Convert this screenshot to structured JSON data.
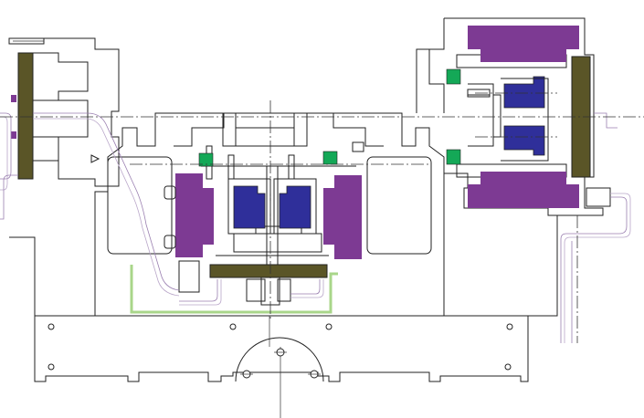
{
  "diagram": {
    "palette": {
      "outline": "#222222",
      "olive": "#5a5527",
      "purple": "#7d3a93",
      "blue": "#2f2f9a",
      "green": "#14a857",
      "light_green": "#a9d68a",
      "pipe_lilac": "#9a7fb0"
    },
    "components": [
      {
        "id": "left-end-plate",
        "color": "olive"
      },
      {
        "id": "right-end-plate",
        "color": "olive"
      },
      {
        "id": "bottom-center-bar",
        "color": "olive"
      },
      {
        "id": "left-purple-block",
        "color": "purple"
      },
      {
        "id": "center-left-purple-block",
        "color": "purple"
      },
      {
        "id": "center-right-purple-block",
        "color": "purple"
      },
      {
        "id": "right-purple-block",
        "color": "purple"
      },
      {
        "id": "top-right-purple-bars",
        "color": "purple"
      },
      {
        "id": "bottom-right-purple-bars",
        "color": "purple"
      },
      {
        "id": "center-blue-pads",
        "color": "blue"
      },
      {
        "id": "right-blue-pads",
        "color": "blue"
      },
      {
        "id": "green-sensors",
        "color": "green"
      },
      {
        "id": "light-green-return-line",
        "color": "light_green"
      }
    ]
  }
}
